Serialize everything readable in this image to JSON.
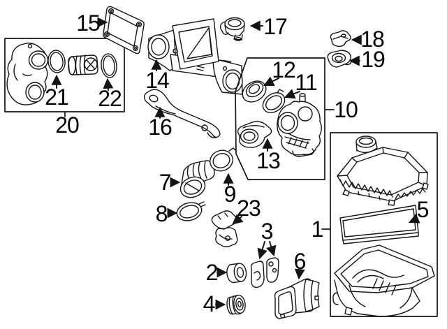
{
  "diagram": {
    "background": "#ffffff",
    "line_color": "#141414",
    "label_color": "#000000",
    "callouts": {
      "c1": {
        "label": "1"
      },
      "c2": {
        "label": "2"
      },
      "c3": {
        "label": "3"
      },
      "c4": {
        "label": "4"
      },
      "c5": {
        "label": "5"
      },
      "c6": {
        "label": "6"
      },
      "c7": {
        "label": "7"
      },
      "c8": {
        "label": "8"
      },
      "c9": {
        "label": "9"
      },
      "c10": {
        "label": "10"
      },
      "c11": {
        "label": "11"
      },
      "c12": {
        "label": "12"
      },
      "c13": {
        "label": "13"
      },
      "c14": {
        "label": "14"
      },
      "c15": {
        "label": "15"
      },
      "c16": {
        "label": "16"
      },
      "c17": {
        "label": "17"
      },
      "c18": {
        "label": "18"
      },
      "c19": {
        "label": "19"
      },
      "c20": {
        "label": "20"
      },
      "c21": {
        "label": "21"
      },
      "c22": {
        "label": "22"
      },
      "c23": {
        "label": "23"
      }
    }
  }
}
